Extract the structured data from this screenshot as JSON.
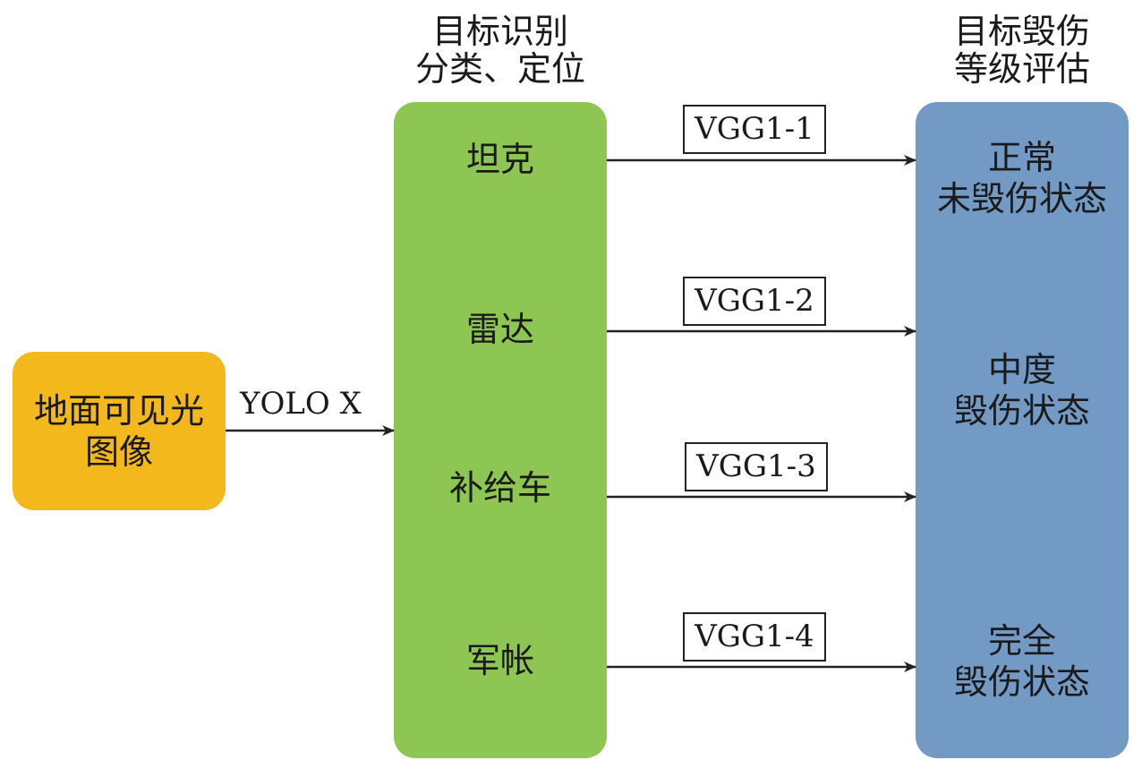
{
  "headings": {
    "classify": [
      "目标识别",
      "分类、定位"
    ],
    "assess": [
      "目标毁伤",
      "等级评估"
    ]
  },
  "input": {
    "lines": [
      "地面可见光",
      "图像"
    ]
  },
  "detector_label": "YOLO X",
  "targets": [
    "坦克",
    "雷达",
    "补给车",
    "军帐"
  ],
  "classifiers": [
    "VGG1-1",
    "VGG1-2",
    "VGG1-3",
    "VGG1-4"
  ],
  "damage_levels": [
    [
      "正常",
      "未毁伤状态"
    ],
    [
      "中度",
      "毁伤状态"
    ],
    [
      "完全",
      "毁伤状态"
    ]
  ],
  "colors": {
    "input": "#f3b81c",
    "classify": "#8dc652",
    "assess": "#7399c5",
    "arrow": "#222222"
  }
}
